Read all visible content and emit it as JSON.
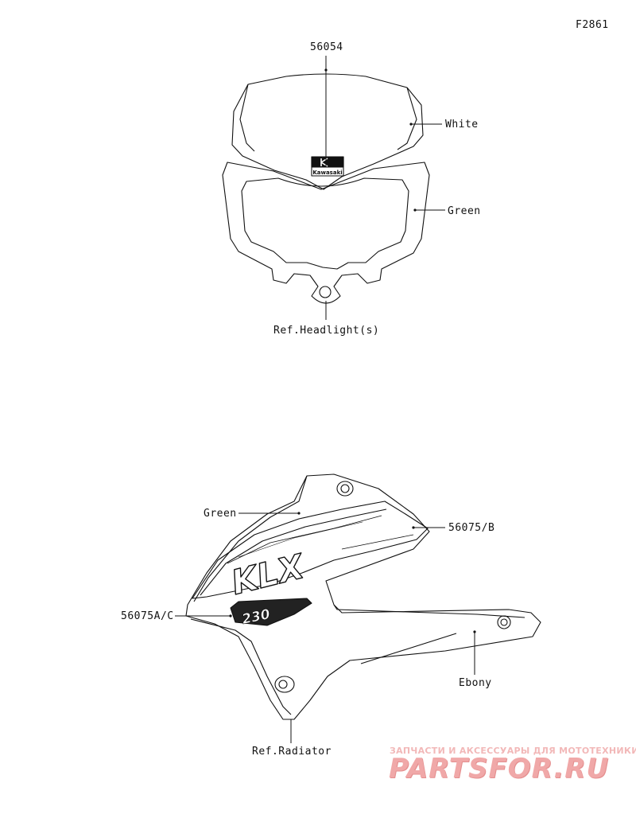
{
  "figure_code": "F2861",
  "top_assembly": {
    "part_number": "56054",
    "color_upper": "White",
    "color_lower": "Green",
    "reference": "Ref.Headlight(s)",
    "logo_text": "Kawasaki"
  },
  "bottom_assembly": {
    "color_green": "Green",
    "part_number_b": "56075/B",
    "part_number_ac": "56075A/C",
    "color_ebony": "Ebony",
    "reference": "Ref.Radiator",
    "decal_text": "KLX",
    "decal_number": "230"
  },
  "watermark": {
    "tagline": "ЗАПЧАСТИ И АКСЕССУАРЫ ДЛЯ МОТОТЕХНИКИ",
    "site": "PARTSFOR.RU"
  },
  "colors": {
    "line": "#111111",
    "watermark": "#f0a8a8"
  }
}
